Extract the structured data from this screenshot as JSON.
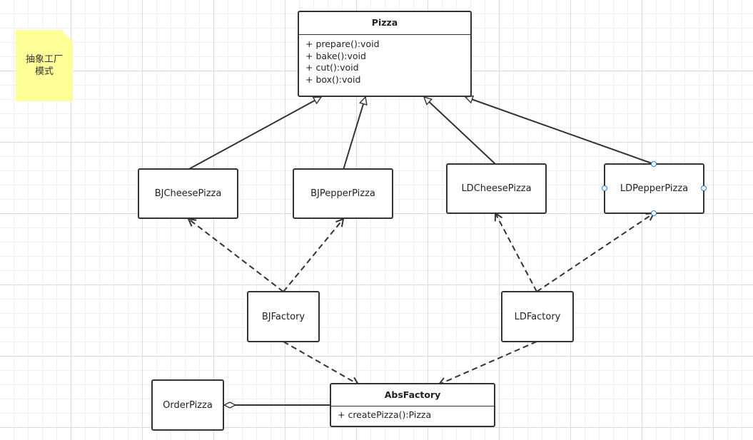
{
  "note": {
    "line1": "抽象工厂",
    "line2": "模式"
  },
  "pizza": {
    "title": "Pizza",
    "methods": [
      "+ prepare():void",
      "+ bake():void",
      "+ cut():void",
      "+ box():void"
    ]
  },
  "products": {
    "bj_cheese": "BJCheesePizza",
    "bj_pepper": "BJPepperPizza",
    "ld_cheese": "LDCheesePizza",
    "ld_pepper": "LDPepperPizza"
  },
  "factories": {
    "bj": "BJFactory",
    "ld": "LDFactory"
  },
  "abs_factory": {
    "title": "AbsFactory",
    "methods": [
      "+ createPizza():Pizza"
    ]
  },
  "order": "OrderPizza",
  "colors": {
    "line": "#333333",
    "note": "#ffff99",
    "selection": "#2a7bd4"
  }
}
